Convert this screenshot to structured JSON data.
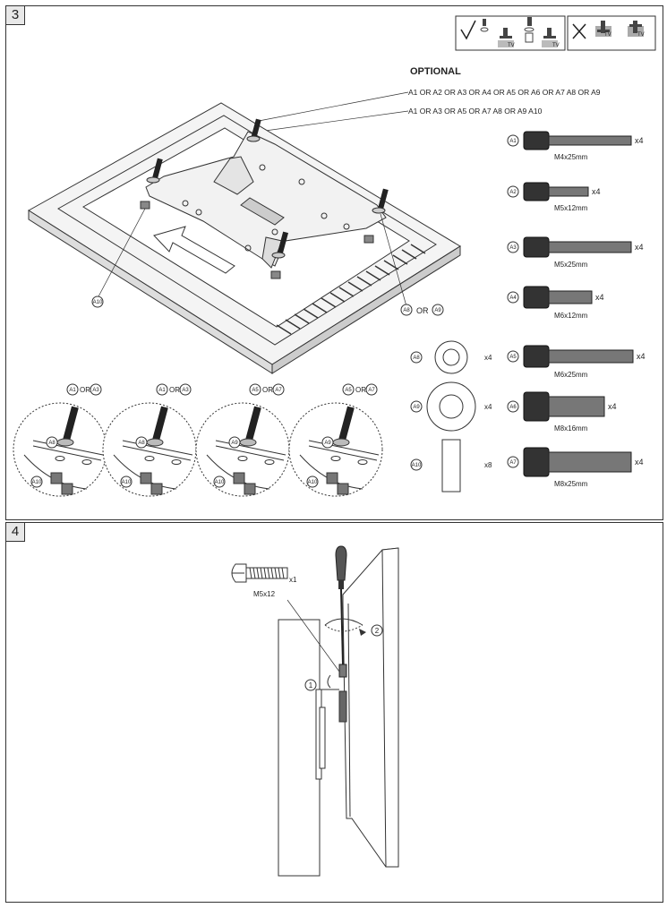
{
  "step3": {
    "number": "3",
    "optional_label": "OPTIONAL",
    "code_row_1": "A1 OR A2 OR A3 OR A4 OR A5 OR A6 OR A7 A8 OR A9",
    "code_row_2": "A1 OR A3 OR A5 OR A7 A8 OR A9 A10",
    "callout_left": "A10",
    "callout_right_a": "A8",
    "callout_right_or": "OR",
    "callout_right_b": "A9",
    "bolts": [
      {
        "code": "A1",
        "size": "M4x25mm",
        "qty": "x4"
      },
      {
        "code": "A2",
        "size": "M5x12mm",
        "qty": "x4"
      },
      {
        "code": "A3",
        "size": "M5x25mm",
        "qty": "x4"
      },
      {
        "code": "A4",
        "size": "M6x12mm",
        "qty": "x4"
      },
      {
        "code": "A5",
        "size": "M6x25mm",
        "qty": "x4"
      },
      {
        "code": "A6",
        "size": "M8x16mm",
        "qty": "x4"
      },
      {
        "code": "A7",
        "size": "M8x25mm",
        "qty": "x4"
      }
    ],
    "washers": [
      {
        "code": "A8",
        "qty": "x4"
      },
      {
        "code": "A9",
        "qty": "x4"
      },
      {
        "code": "A10",
        "qty": "x8"
      }
    ],
    "details": [
      {
        "top_a": "A1",
        "or": "OR",
        "top_b": "A3",
        "washer": "A8",
        "spacer": "A10"
      },
      {
        "top_a": "A1",
        "or": "OR",
        "top_b": "A3",
        "washer": "A8",
        "spacer": "A10"
      },
      {
        "top_a": "A5",
        "or": "OR",
        "top_b": "A7",
        "washer": "A9",
        "spacer": "A10"
      },
      {
        "top_a": "A5",
        "or": "OR",
        "top_b": "A7",
        "washer": "A9",
        "spacer": "A10"
      }
    ],
    "icon_tv": "TV"
  },
  "step4": {
    "number": "4",
    "screw_size": "M5x12",
    "screw_qty": "x1",
    "marker_1": "1",
    "marker_2": "2"
  }
}
